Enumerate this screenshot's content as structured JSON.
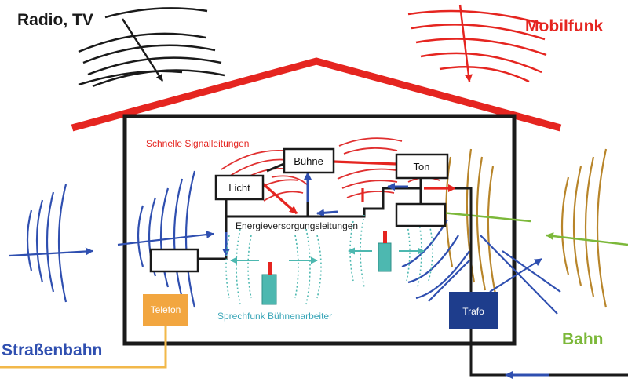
{
  "labels": {
    "radio_tv": "Radio, TV",
    "mobilfunk": "Mobilfunk",
    "strassenbahn": "Straßenbahn",
    "bahn": "Bahn",
    "signalleitungen": "Schnelle Signalleitungen",
    "energie": "Energieversorgungsleitungen",
    "sprechfunk": "Sprechfunk Bühnenarbeiter"
  },
  "boxes": {
    "licht": "Licht",
    "buehne": "Bühne",
    "ton": "Ton",
    "telefon": "Telefon",
    "trafo": "Trafo"
  },
  "colors": {
    "roof": "#e52520",
    "walls": "#1a1a1a",
    "radio_waves": "#1a1a1a",
    "mobile_waves": "#e52520",
    "signal_waves": "#e03030",
    "tram_waves": "#2f4fb0",
    "rail_waves": "#b8852a",
    "rail_arrows": "#7cb83a",
    "radio_teal": "#4db8b0",
    "telefon_box": "#f2a640",
    "trafo_box": "#1e3d8c",
    "phone_line": "#f2b84a",
    "sprechfunk_text": "#3aa6b8"
  },
  "icons": [
    "walkie-talkie-icon",
    "walkie-talkie-icon"
  ]
}
